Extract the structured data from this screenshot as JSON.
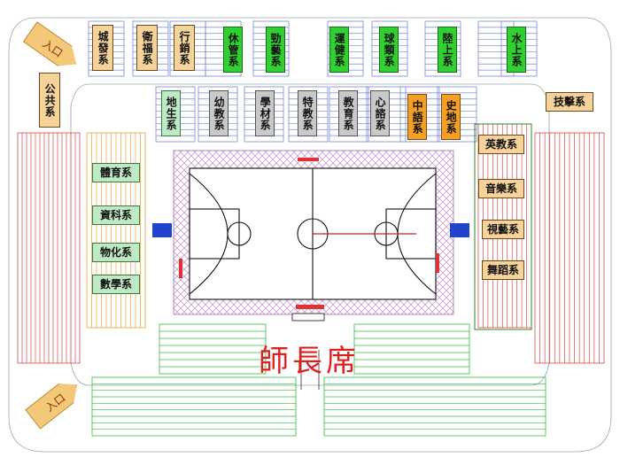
{
  "entrances": [
    "入口",
    "入口"
  ],
  "president_seat": "師長席",
  "sections": {
    "top_left": [
      "城發系",
      "衛福系",
      "行銷系",
      "休管系",
      "勁藝系"
    ],
    "top_right": [
      "運健系",
      "球類系",
      "陸上系",
      "水上系"
    ],
    "middle_row": [
      "地生系",
      "幼教系",
      "學材系",
      "特教系",
      "教育系",
      "心諮系",
      "中語系",
      "史地系"
    ],
    "left_side": [
      "公共系",
      "體育系",
      "資科系",
      "物化系",
      "數學系"
    ],
    "right_side": [
      "技擊系",
      "英教系",
      "音樂系",
      "視藝系",
      "舞蹈系"
    ]
  },
  "colors": {
    "tan": "#f6d39a",
    "green": "#2fd12f",
    "gray": "#c9c9c9",
    "orange": "#f3a024",
    "mint": "#bfe9c6",
    "seat_red": "#e04848",
    "seat_green": "#2fbf3a",
    "seat_blue": "#7a86d8",
    "seat_orange": "#f0a030",
    "court_hatch": "#d8a8d8",
    "president_text": "#e02020"
  }
}
